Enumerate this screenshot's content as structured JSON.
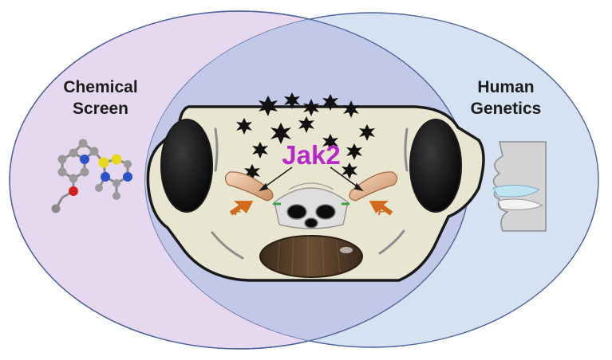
{
  "labels": {
    "chemical_line1": "Chemical",
    "chemical_line2": "Screen",
    "human_line1": "Human",
    "human_line2": "Genetics",
    "gene": "Jak2",
    "force_left": "F",
    "force_right": "F"
  },
  "icons": {
    "left": "molecule-ball-and-stick-icon",
    "right": "human-head-profile-icon",
    "center": "zebrafish-larva-head-ventral-icon"
  },
  "colors": {
    "left_circle": "#e6d9ef",
    "right_circle": "#d6e2f2",
    "overlap": "#c2c9e8",
    "circle_stroke": "#4c6399",
    "gene_text": "#b728c9",
    "force_arrow": "#d06a1c",
    "head_fill": "#e8e6d0",
    "eye": "#0b0b0b"
  }
}
